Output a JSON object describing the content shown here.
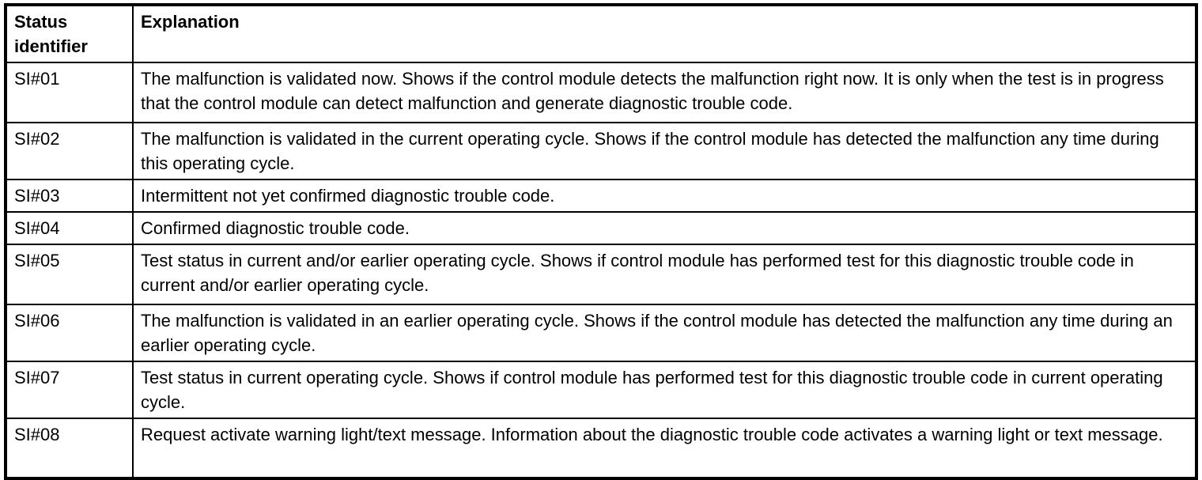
{
  "table": {
    "columns": [
      {
        "label": "Status identifier"
      },
      {
        "label": "Explanation"
      }
    ],
    "rows": [
      {
        "id": "SI#01",
        "explanation": "The malfunction is validated now. Shows if the control module detects the malfunction right now. It is only when the test is in progress that the control module can detect malfunction and generate diagnostic trouble code."
      },
      {
        "id": "SI#02",
        "explanation": "The malfunction is validated in the current operating cycle. Shows if the control module has detected the malfunction any time during this operating cycle."
      },
      {
        "id": "SI#03",
        "explanation": "Intermittent not yet confirmed diagnostic trouble code."
      },
      {
        "id": "SI#04",
        "explanation": "Confirmed diagnostic trouble code."
      },
      {
        "id": "SI#05",
        "explanation": "Test status in current and/or earlier operating cycle. Shows if control module has performed test for this diagnostic trouble code in current and/or earlier operating cycle."
      },
      {
        "id": "SI#06",
        "explanation": "The malfunction is validated in an earlier operating cycle. Shows if the control module has detected the malfunction any time during an earlier operating cycle."
      },
      {
        "id": "SI#07",
        "explanation": "Test status in current operating cycle. Shows if control module has performed test for this diagnostic trouble code in current operating cycle."
      },
      {
        "id": "SI#08",
        "explanation": "Request activate warning light/text message. Information about the diagnostic trouble code activates a warning light or text message."
      }
    ]
  }
}
